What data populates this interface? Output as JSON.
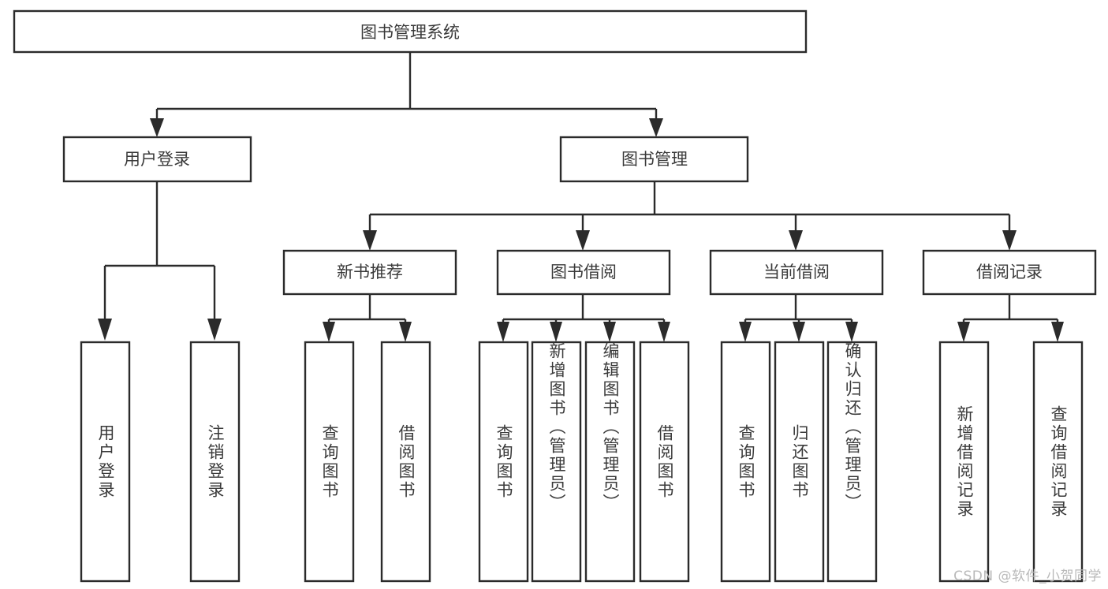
{
  "diagram": {
    "title": "图书管理系统",
    "type": "tree",
    "watermark": "CSDN @软件_小贺同学",
    "colors": {
      "stroke": "#2b2b2b",
      "text": "#3a3a3a",
      "background": "#ffffff",
      "watermark": "#b9b9b9"
    },
    "root": {
      "label": "图书管理系统"
    },
    "level2": [
      {
        "label": "用户登录"
      },
      {
        "label": "图书管理"
      }
    ],
    "level3": [
      {
        "label": "新书推荐"
      },
      {
        "label": "图书借阅"
      },
      {
        "label": "当前借阅"
      },
      {
        "label": "借阅记录"
      }
    ],
    "leaves": {
      "user_login": [
        {
          "label": "用户登录"
        },
        {
          "label": "注销登录"
        }
      ],
      "new_book_recommend": [
        {
          "label": "查询图书"
        },
        {
          "label": "借阅图书"
        }
      ],
      "book_borrow": [
        {
          "label": "查询图书"
        },
        {
          "label": "新增图书（管理员）"
        },
        {
          "label": "编辑图书（管理员）"
        },
        {
          "label": "借阅图书"
        }
      ],
      "current_borrow": [
        {
          "label": "查询图书"
        },
        {
          "label": "归还图书"
        },
        {
          "label": "确认归还（管理员）"
        }
      ],
      "borrow_record": [
        {
          "label": "新增借阅记录"
        },
        {
          "label": "查询借阅记录"
        }
      ]
    }
  }
}
